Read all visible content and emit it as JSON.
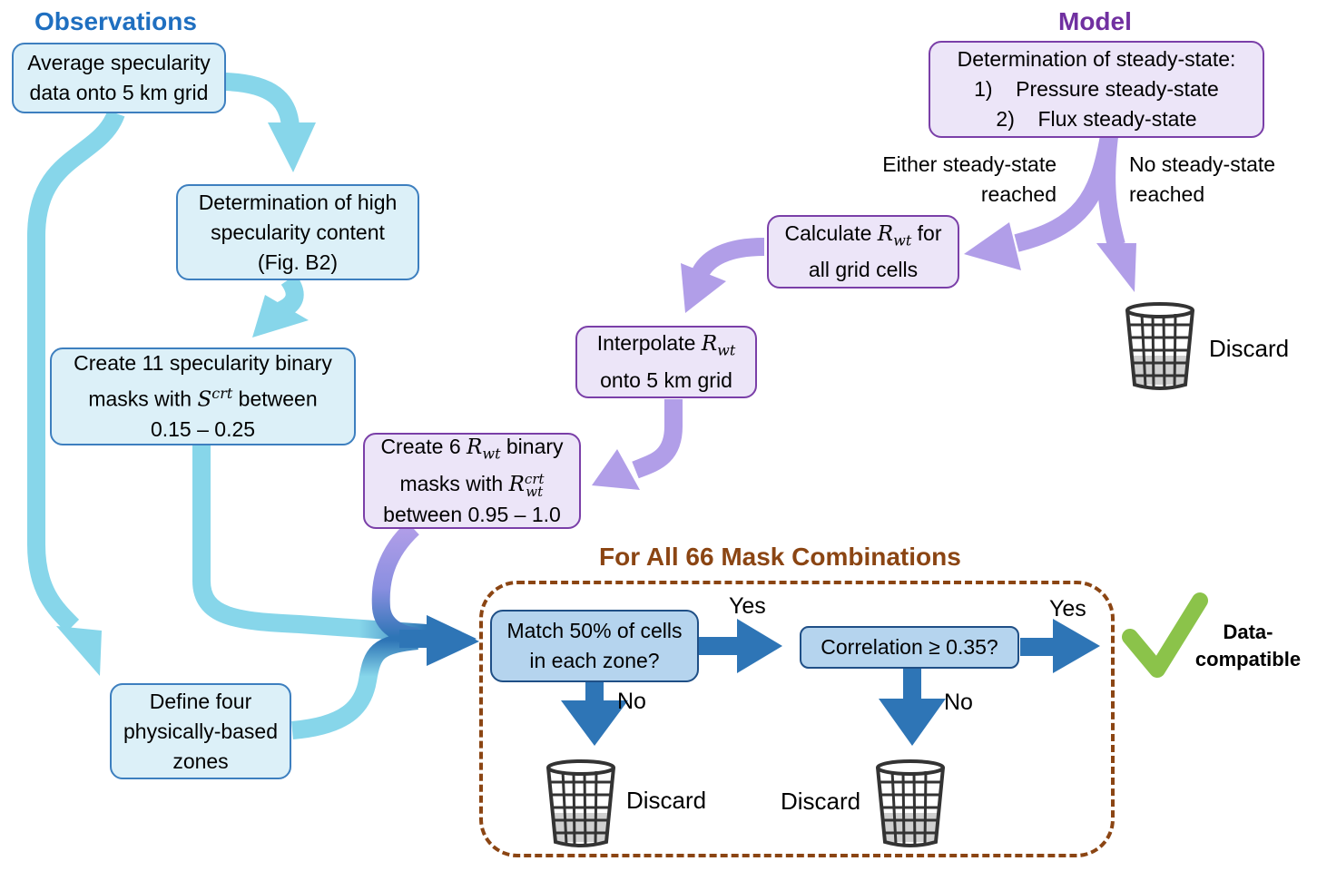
{
  "headings": {
    "observations": "Observations",
    "model": "Model",
    "loop": "For All 66 Mask Combinations"
  },
  "colors": {
    "observations_heading": "#1f6fc0",
    "model_heading": "#7030a0",
    "loop_heading": "#8b4513",
    "obs_arrow": "#87d6ea",
    "model_arrow": "#b19ee8",
    "decision_arrow": "#2e75b6",
    "check": "#8bc34a"
  },
  "observations": {
    "average": [
      "Average specularity",
      "data onto 5 km grid"
    ],
    "high_spec": [
      "Determination of high",
      "specularity content",
      "(Fig. B2)"
    ],
    "masks": {
      "line1": "Create 11 specularity binary",
      "line2_pre": "masks with ",
      "symbol": "S",
      "sup": "crt",
      "line2_post": " between",
      "line3": "0.15 – 0.25"
    },
    "zones": [
      "Define four",
      "physically-based",
      "zones"
    ]
  },
  "model": {
    "steady": {
      "title": "Determination of steady-state:",
      "item1_num": "1)",
      "item1": "Pressure steady-state",
      "item2_num": "2)",
      "item2": "Flux steady-state"
    },
    "either_label": [
      "Either steady-state",
      "reached"
    ],
    "none_label": [
      "No steady-state",
      "reached"
    ],
    "calc": {
      "pre": "Calculate ",
      "symbol": "R",
      "sub": "wt",
      "post": " for",
      "line2": "all grid cells"
    },
    "interp": {
      "pre": "Interpolate ",
      "symbol": "R",
      "sub": "wt",
      "line2": "onto 5 km grid"
    },
    "masks": {
      "pre": "Create 6 ",
      "symbol": "R",
      "sub": "wt",
      "post": " binary",
      "line2_pre": "masks with ",
      "sup": "crt",
      "line3": "between 0.95 – 1.0"
    },
    "discard": "Discard"
  },
  "loop": {
    "match": [
      "Match 50% of cells",
      "in each zone?"
    ],
    "correlation": "Correlation ≥ 0.35?",
    "yes1": "Yes",
    "yes2": "Yes",
    "no1": "No",
    "no2": "No",
    "discard1": "Discard",
    "discard2": "Discard",
    "result": [
      "Data-",
      "compatible"
    ]
  }
}
